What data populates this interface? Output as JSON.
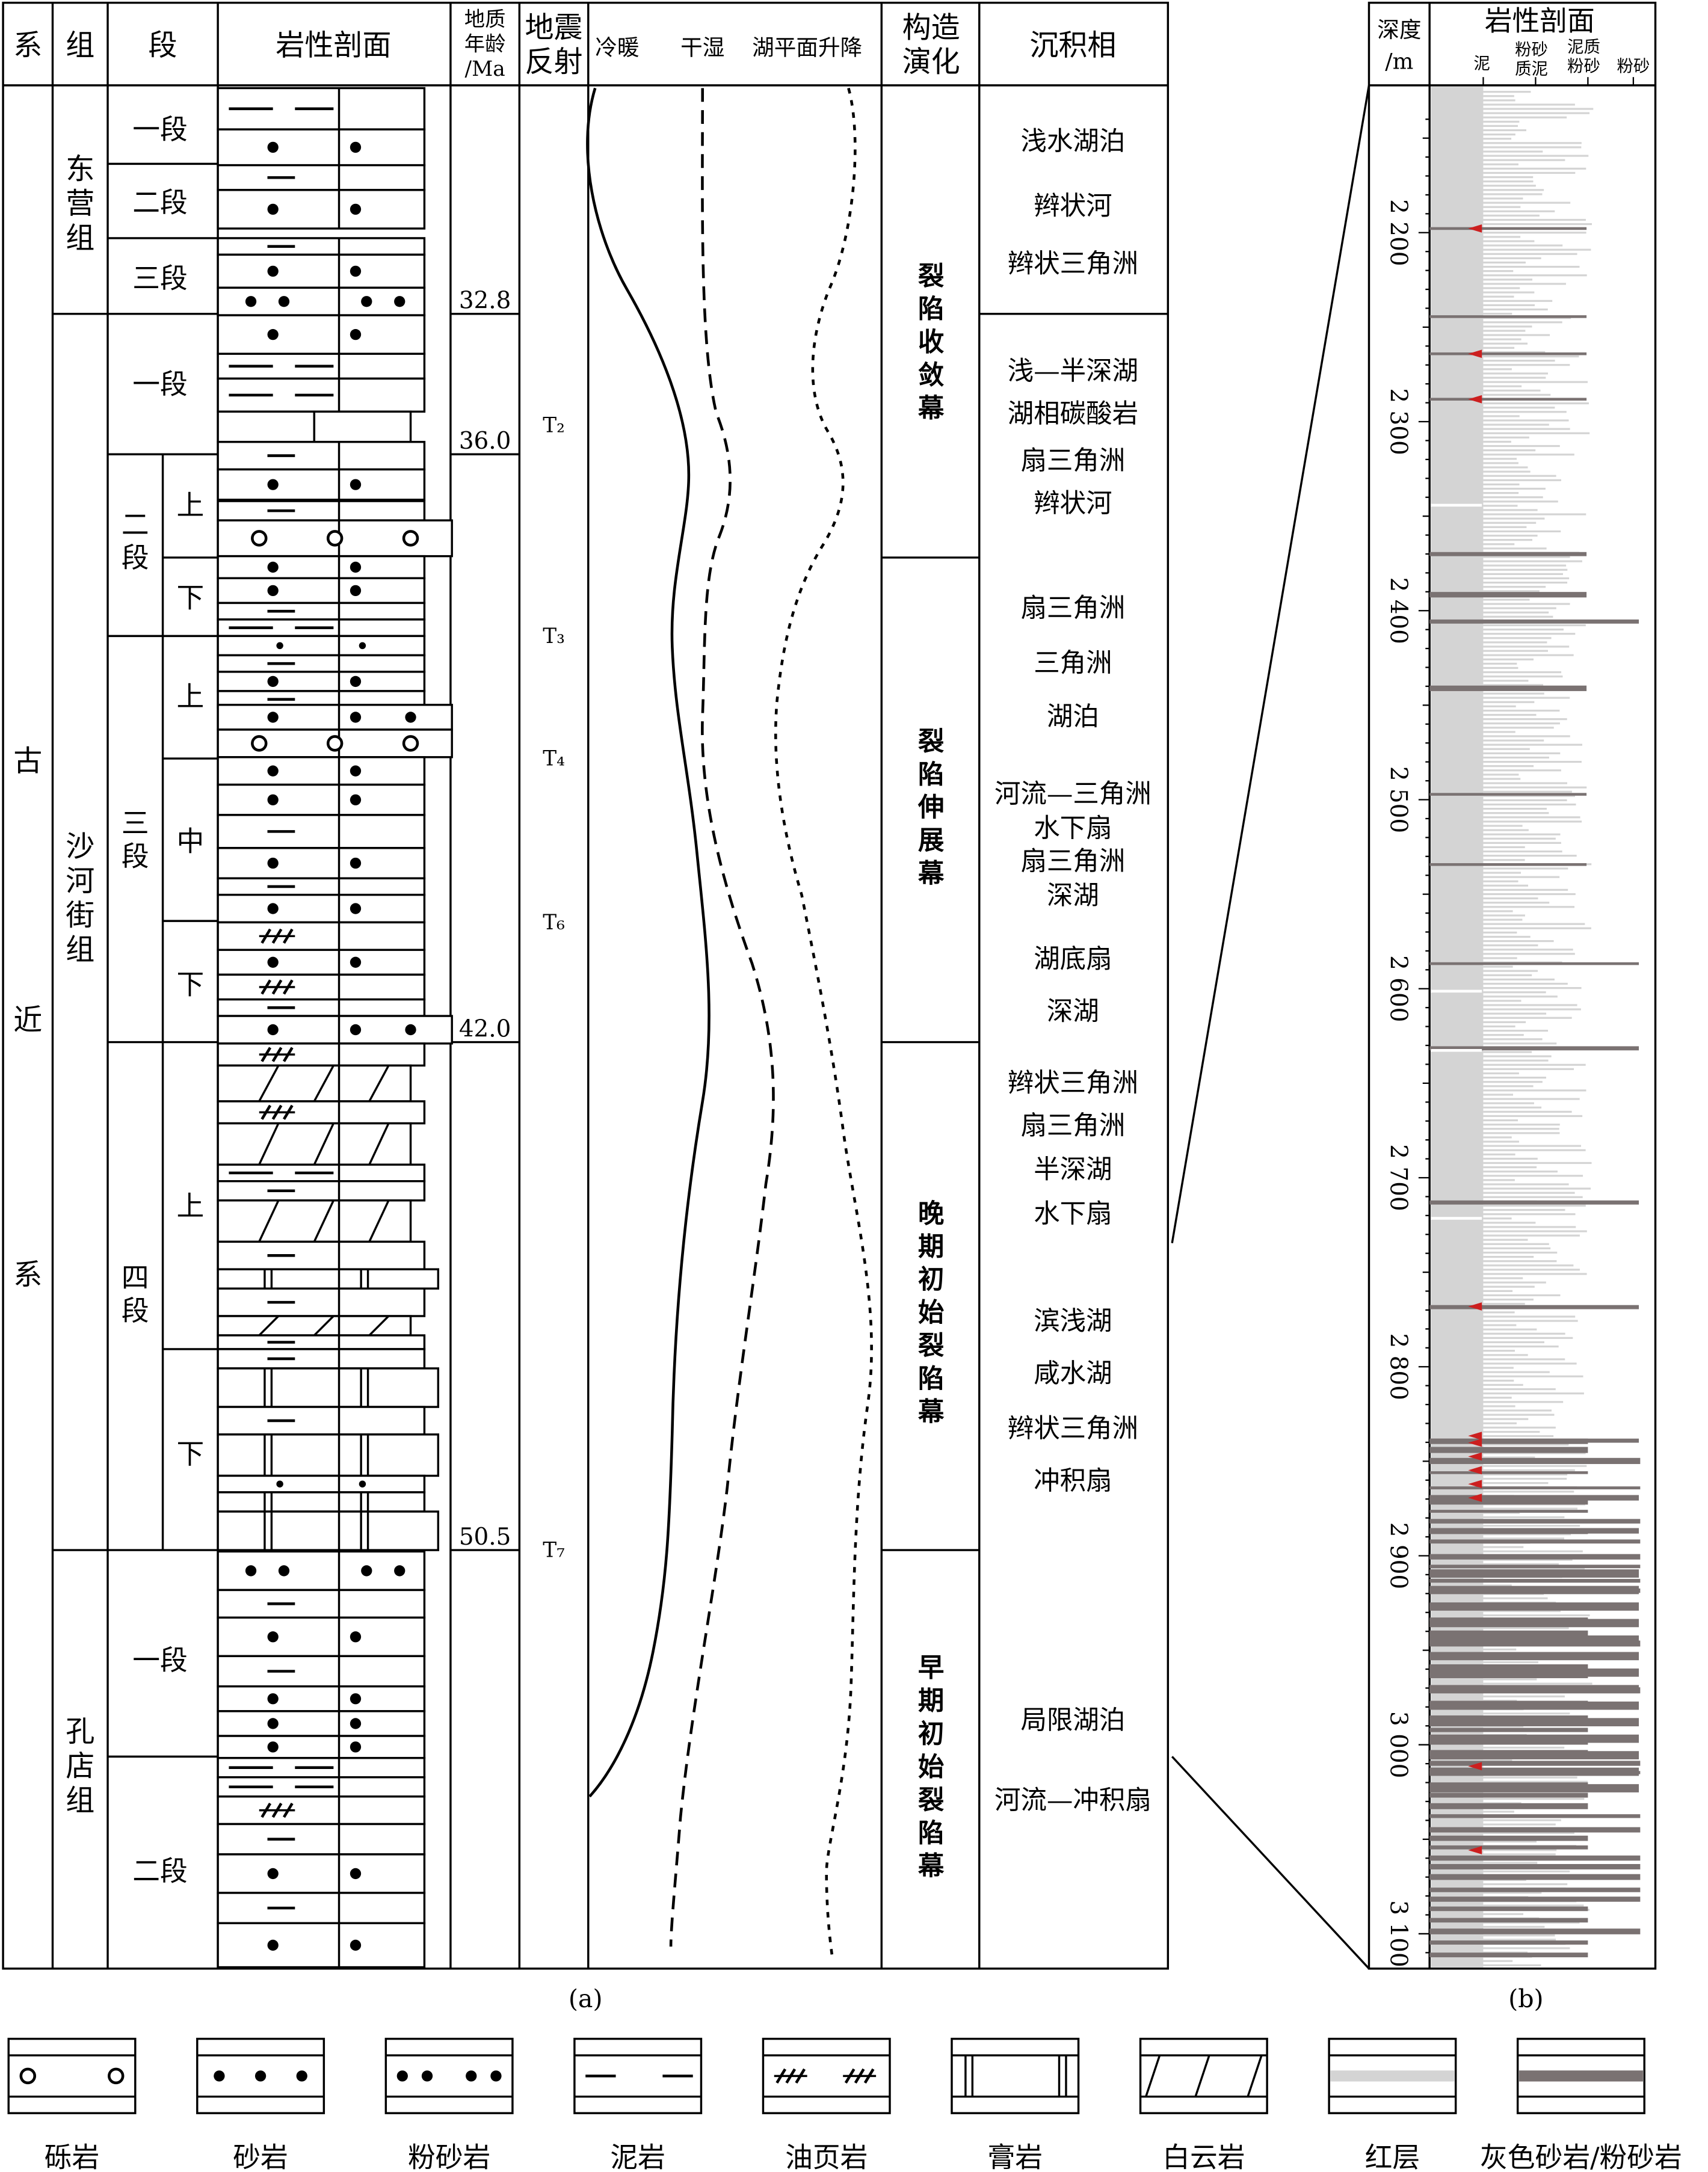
{
  "panel_a": {
    "headers": {
      "system": "系",
      "formation": "组",
      "member": "段",
      "lithology": "岩性剖面",
      "age_l1": "地质",
      "age_l2": "年龄",
      "age_l3": "/Ma",
      "seis_l1": "地震",
      "seis_l2": "反射",
      "climate_cold": "冷暖",
      "climate_dry": "干湿",
      "climate_lake": "湖平面升降",
      "tect_l1": "构造",
      "tect_l2": "演化",
      "facies": "沉积相"
    },
    "system_label": "古近系",
    "formations": [
      "东营组",
      "沙河街组",
      "孔店组"
    ],
    "members": {
      "dy1": "一段",
      "dy2": "二段",
      "dy3": "三段",
      "s1": "一段",
      "s2": "二段",
      "s3": "三段",
      "s4": "四段",
      "k1": "一段",
      "k2": "二段"
    },
    "submembers": {
      "s2u": "上",
      "s2l": "下",
      "s3u": "上",
      "s3m": "中",
      "s3l": "下",
      "s4u": "上",
      "s4l": "下"
    },
    "ages": [
      "32.8",
      "36.0",
      "42.0",
      "50.5"
    ],
    "seismic": [
      "T₂",
      "T₃",
      "T₄",
      "T₆",
      "T₇"
    ],
    "tectonic_stages": [
      "裂陷收敛幕",
      "裂陷伸展幕",
      "晚期初始裂陷幕",
      "早期初始裂陷幕"
    ],
    "facies": [
      "浅水湖泊",
      "辫状河",
      "辫状三角洲",
      "浅—半深湖",
      "湖相碳酸岩",
      "扇三角洲",
      "辫状河",
      "扇三角洲",
      "三角洲",
      "湖泊",
      "河流—三角洲",
      "水下扇",
      "扇三角洲",
      "深湖",
      "湖底扇",
      "深湖",
      "辫状三角洲",
      "扇三角洲",
      "半深湖",
      "水下扇",
      "滨浅湖",
      "咸水湖",
      "辫状三角洲",
      "冲积扇",
      "局限湖泊",
      "河流—冲积扇"
    ],
    "caption": "(a)"
  },
  "panel_b": {
    "depth_l1": "深度",
    "depth_l2": "/m",
    "title": "岩性剖面",
    "cols": [
      "泥",
      "粉砂",
      "质泥",
      "泥质",
      "粉砂",
      "粉砂"
    ],
    "depth_ticks": [
      "2 200",
      "2 300",
      "2 400",
      "2 500",
      "2 600",
      "2 700",
      "2 800",
      "2 900",
      "3 000",
      "3 100"
    ],
    "caption": "(b)"
  },
  "legend": [
    "砾岩",
    "砂岩",
    "粉砂岩",
    "泥岩",
    "油页岩",
    "膏岩",
    "白云岩",
    "红层",
    "灰色砂岩/粉砂岩"
  ],
  "colors": {
    "red_layer": "#cc1f1f",
    "gray_sand": "#7a7272",
    "light": "#d4d4d4",
    "line": "#000000"
  }
}
